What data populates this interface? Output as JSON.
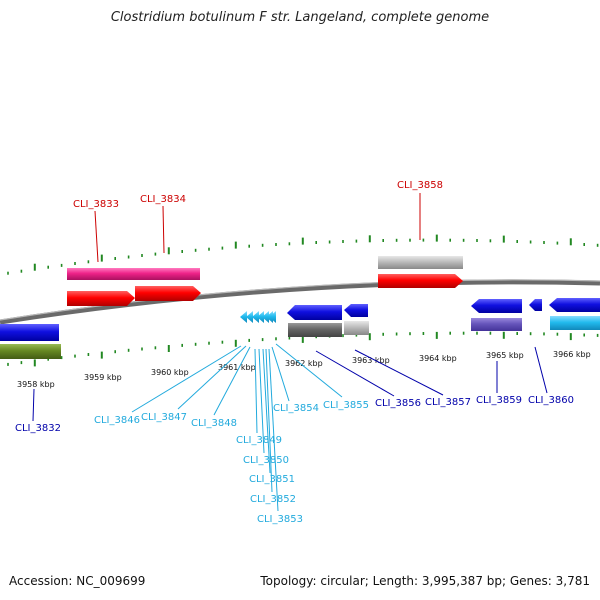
{
  "title": "Clostridium botulinum F str. Langeland, complete genome",
  "footer": {
    "accession": "Accession: NC_009699",
    "stats": "Topology: circular; Length: 3,995,387 bp; Genes: 3,781"
  },
  "scale_labels": [
    "3958 kbp",
    "3959 kbp",
    "3960 kbp",
    "3961 kbp",
    "3962 kbp",
    "3963 kbp",
    "3964 kbp",
    "3965 kbp",
    "3966 kbp"
  ],
  "gene_labels": {
    "CLI_3832": "CLI_3832",
    "CLI_3833": "CLI_3833",
    "CLI_3834": "CLI_3834",
    "CLI_3846": "CLI_3846",
    "CLI_3847": "CLI_3847",
    "CLI_3848": "CLI_3848",
    "CLI_3849": "CLI_3849",
    "CLI_3850": "CLI_3850",
    "CLI_3851": "CLI_3851",
    "CLI_3852": "CLI_3852",
    "CLI_3853": "CLI_3853",
    "CLI_3854": "CLI_3854",
    "CLI_3855": "CLI_3855",
    "CLI_3856": "CLI_3856",
    "CLI_3857": "CLI_3857",
    "CLI_3858": "CLI_3858",
    "CLI_3859": "CLI_3859",
    "CLI_3860": "CLI_3860"
  },
  "colors": {
    "red": "#ff0000",
    "magenta": "#ee2288",
    "blue": "#1010e0",
    "light_blue": "#22bbee",
    "olive": "#668822",
    "grey": "#bbbbbb",
    "dark_grey": "#666666",
    "purple": "#6655bb",
    "tick_green": "#228822",
    "label_red": "#cc0000",
    "label_blue": "#0000aa",
    "label_cyan": "#22aadd"
  }
}
